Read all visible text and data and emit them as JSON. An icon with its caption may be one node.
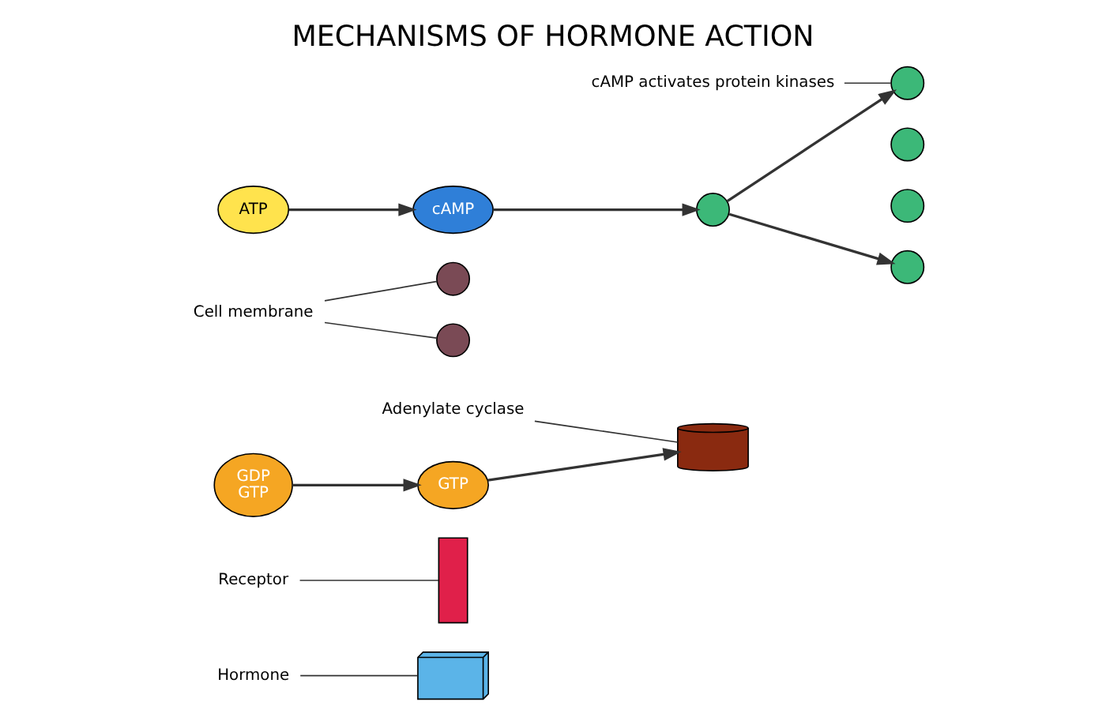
{
  "diagram": {
    "title": "MECHANISMS OF HORMONE ACTION",
    "nodes": [
      {
        "text": [
          "Hormone"
        ]
      },
      {
        "text": [],
        "shape": "box"
      },
      {
        "text": [
          "Receptor"
        ]
      },
      {
        "text": [],
        "shape": "bar"
      },
      {
        "text": [
          "Adenylate cyclase"
        ]
      },
      {
        "text": [],
        "shape": "cylinder"
      },
      {
        "text": [
          "Cell membrane"
        ]
      },
      {
        "text": [],
        "shape": "circle"
      },
      {
        "text": [],
        "shape": "circle"
      },
      {
        "text": [
          "GDP",
          "GTP"
        ]
      },
      {
        "text": [
          "GTP"
        ]
      },
      {
        "text": [
          "ATP"
        ]
      },
      {
        "text": [
          "cAMP"
        ]
      },
      {
        "text": [],
        "shape": "circle"
      },
      {
        "text": [],
        "shape": "circle"
      },
      {
        "text": [],
        "shape": "circle"
      },
      {
        "text": [],
        "shape": "circle"
      },
      {
        "text": [],
        "shape": "circle"
      },
      {
        "text": [
          "cAMP activates protein kinases"
        ]
      }
    ],
    "edges": [
      {
        "from": 0,
        "to": 1,
        "arrow": "none"
      },
      {
        "from": 2,
        "to": 3,
        "arrow": "none"
      },
      {
        "from": 4,
        "to": 5,
        "arrow": "none"
      },
      {
        "from": 6,
        "to": 7,
        "arrow": "none"
      },
      {
        "from": 6,
        "to": 8,
        "arrow": "none"
      },
      {
        "from": 9,
        "to": 10,
        "arrow": "to"
      },
      {
        "from": 10,
        "to": 5,
        "arrow": "to"
      },
      {
        "from": 11,
        "to": 12,
        "arrow": "to"
      },
      {
        "from": 12,
        "to": 13,
        "arrow": "to"
      },
      {
        "from": 13,
        "to": 14,
        "arrow": "to"
      },
      {
        "from": 13,
        "to": 17,
        "arrow": "to"
      },
      {
        "from": 18,
        "to": 14,
        "arrow": "none"
      }
    ]
  }
}
